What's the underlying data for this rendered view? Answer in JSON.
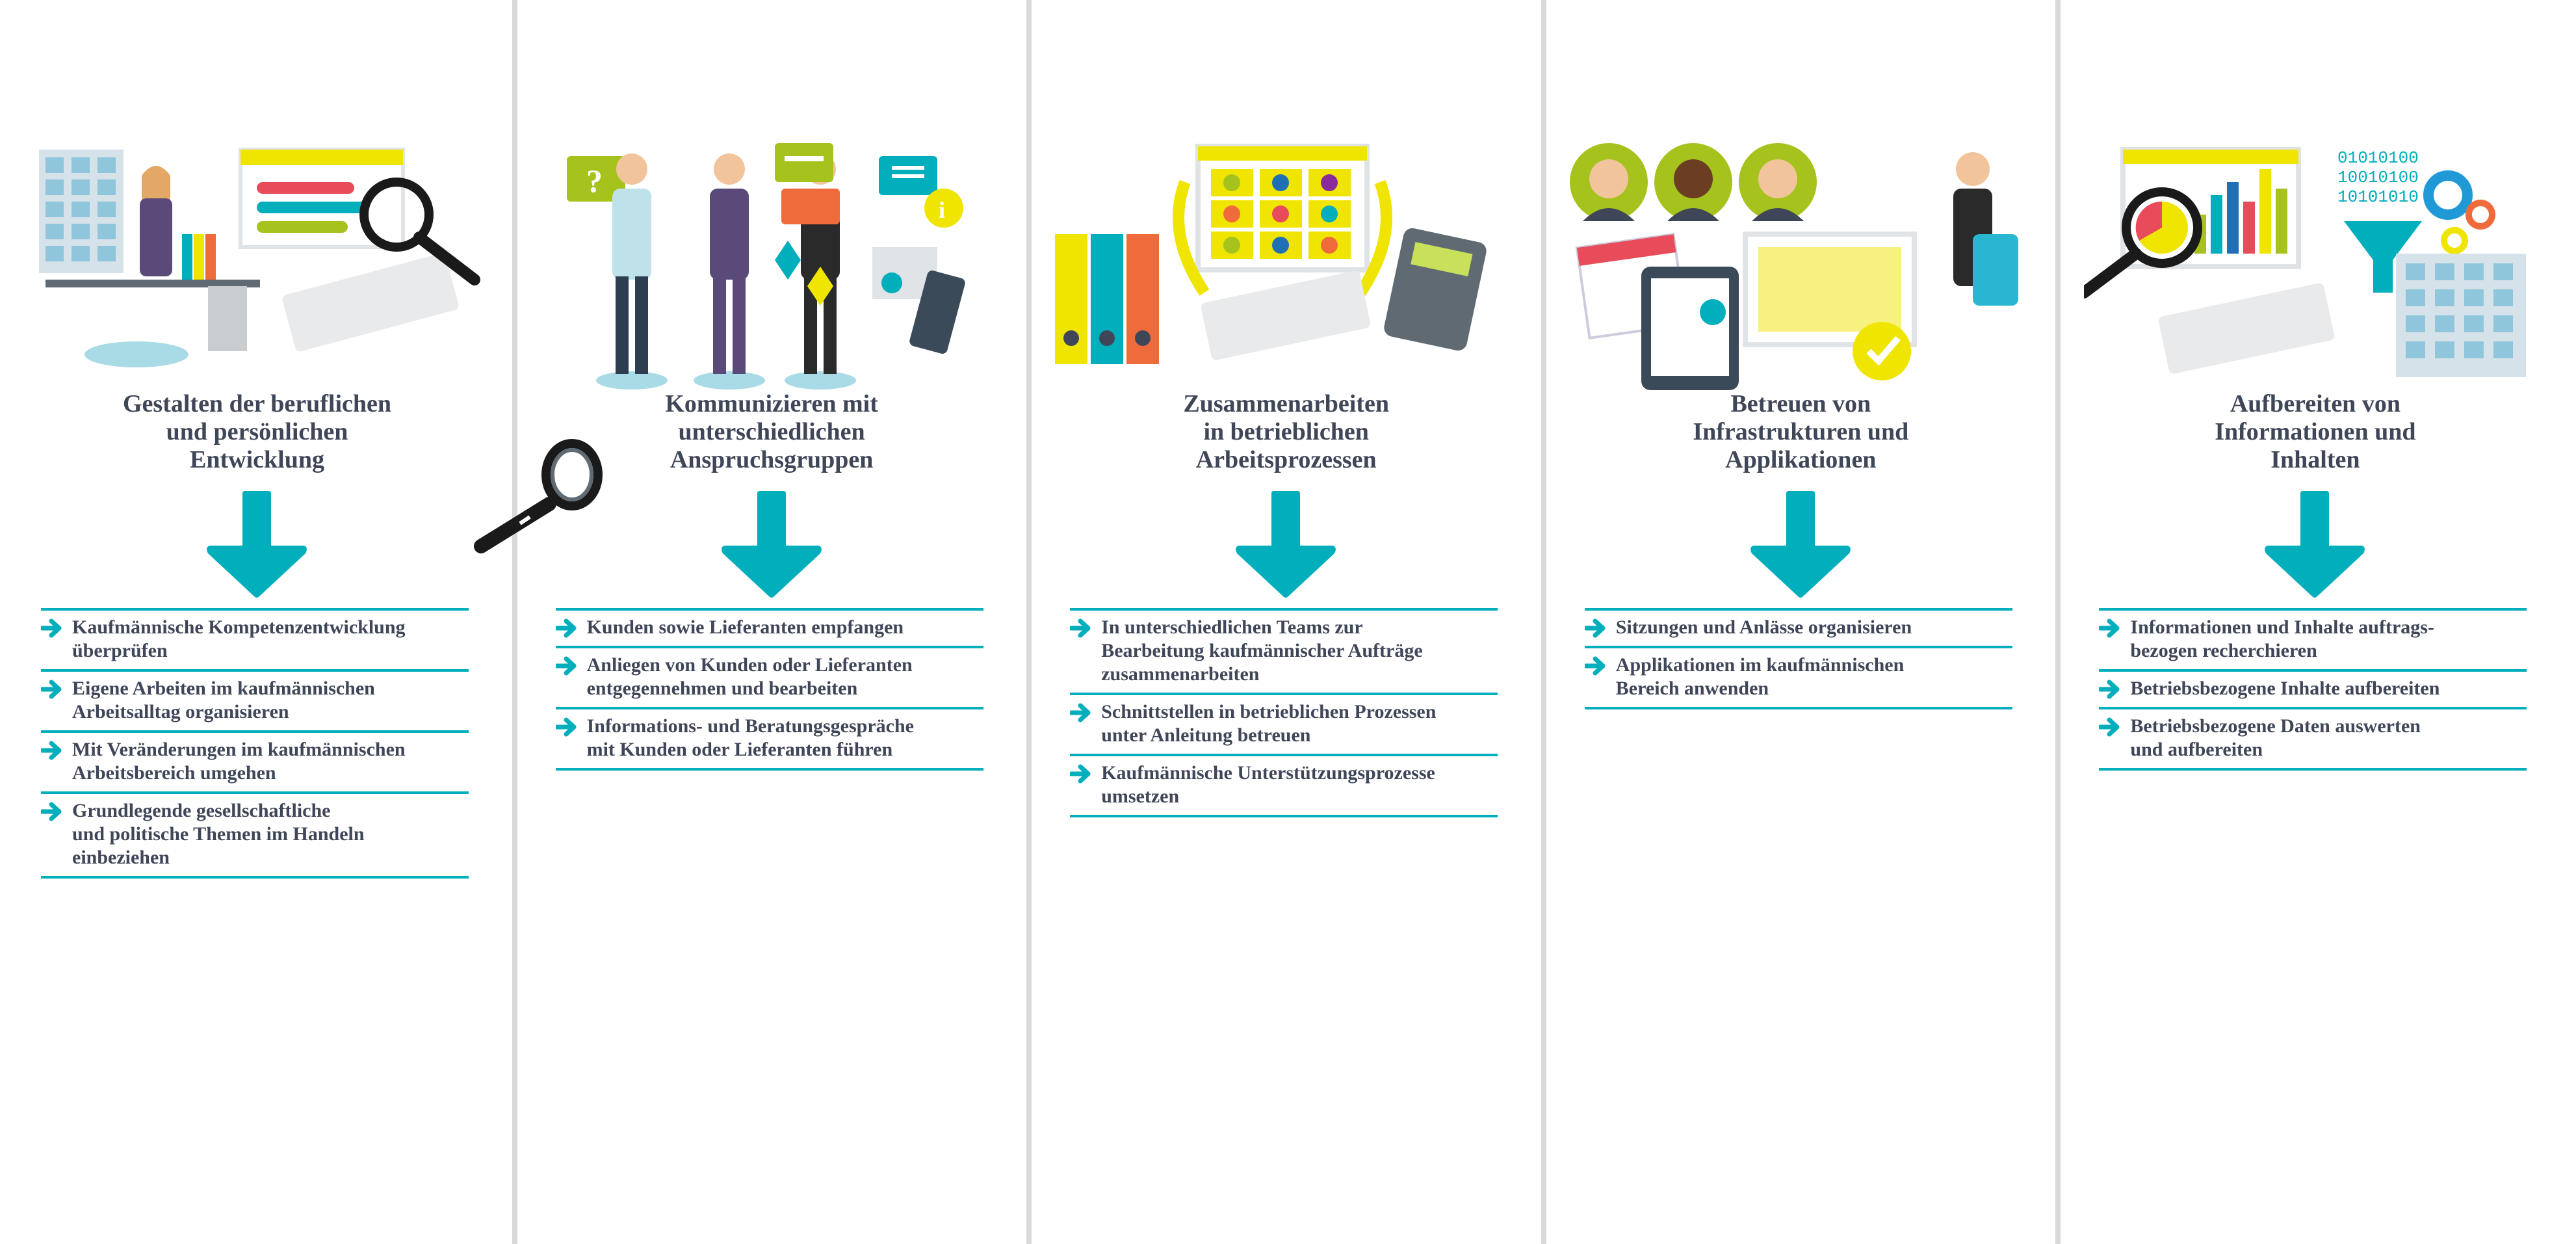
{
  "columns": [
    {
      "title": [
        "Gestalten der beruflichen",
        "und persönlichen",
        "Entwicklung"
      ],
      "items": [
        [
          "Kaufmännische Kompetenzentwicklung",
          "überprüfen"
        ],
        [
          "Eigene Arbeiten im kaufmännischen",
          "Arbeitsalltag organisieren"
        ],
        [
          "Mit Veränderungen im kaufmännischen",
          "Arbeitsbereich umgehen"
        ],
        [
          "Grundlegende gesellschaftliche",
          "und politische Themen im Handeln",
          "einbeziehen"
        ]
      ]
    },
    {
      "title": [
        "Kommunizieren mit",
        "unterschiedlichen",
        "Anspruchsgruppen"
      ],
      "items": [
        [
          "Kunden sowie Lieferanten empfangen"
        ],
        [
          "Anliegen von Kunden oder Lieferanten",
          "entgegennehmen und bearbeiten"
        ],
        [
          "Informations- und Beratungsgespräche",
          "mit Kunden oder Lieferanten führen"
        ]
      ]
    },
    {
      "title": [
        "Zusammenarbeiten",
        "in betrieblichen",
        "Arbeitsprozessen"
      ],
      "items": [
        [
          "In unterschiedlichen Teams zur",
          "Bearbeitung kaufmännischer Aufträge",
          "zusammenarbeiten"
        ],
        [
          "Schnittstellen in betrieblichen Prozessen",
          "unter Anleitung betreuen"
        ],
        [
          "Kaufmännische Unterstützungsprozesse",
          "umsetzen"
        ]
      ]
    },
    {
      "title": [
        "Betreuen von",
        "Infrastrukturen und",
        "Applikationen"
      ],
      "items": [
        [
          "Sitzungen und Anlässe organisieren"
        ],
        [
          "Applikationen im kaufmännischen",
          "Bereich anwenden"
        ]
      ]
    },
    {
      "title": [
        "Aufbereiten von",
        "Informationen und",
        "Inhalten"
      ],
      "items": [
        [
          "Informationen und Inhalte auftrags-",
          "bezogen recherchieren"
        ],
        [
          "Betriebsbezogene Inhalte aufbereiten"
        ],
        [
          "Betriebsbezogene Daten auswerten",
          "und aufbereiten"
        ]
      ]
    }
  ],
  "illustration_text": {
    "binary": [
      "01010100",
      "10010100",
      "10101010"
    ]
  },
  "colors": {
    "accent": "#00aebc",
    "text": "#3f4658",
    "divider": "#d9d9d9",
    "yellow": "#f0e500",
    "green": "#a5c31c"
  }
}
